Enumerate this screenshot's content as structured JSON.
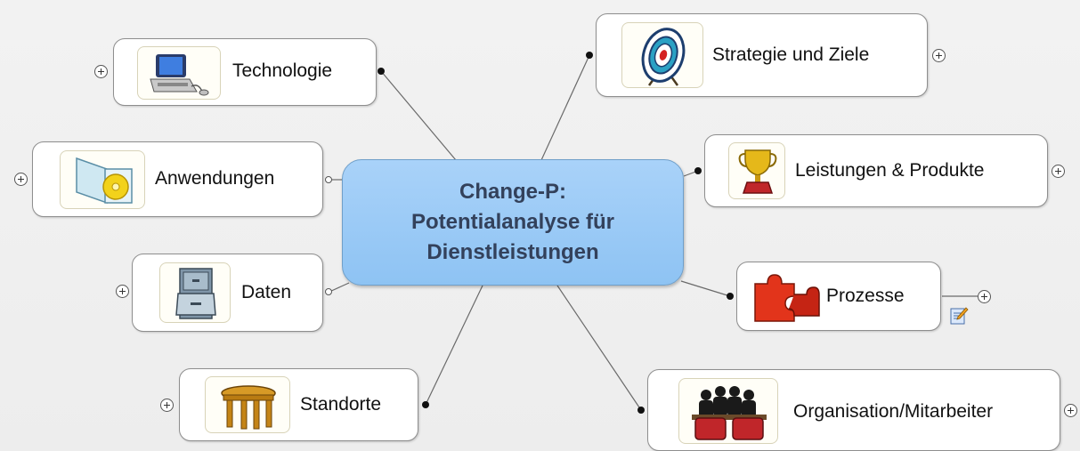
{
  "central_topic": {
    "title": "Change-P:\nPotentialanalyse für\nDienstleistungen"
  },
  "topics": [
    {
      "id": "technologie",
      "label": "Technologie",
      "icon": "laptop-icon",
      "side": "left",
      "collapsed": true
    },
    {
      "id": "anwendungen",
      "label": "Anwendungen",
      "icon": "cd-case-icon",
      "side": "left",
      "collapsed": true
    },
    {
      "id": "daten",
      "label": "Daten",
      "icon": "filing-cabinet-icon",
      "side": "left",
      "collapsed": true
    },
    {
      "id": "standorte",
      "label": "Standorte",
      "icon": "table-icon",
      "side": "left",
      "collapsed": true
    },
    {
      "id": "strategie",
      "label": "Strategie und Ziele",
      "icon": "target-icon",
      "side": "right",
      "collapsed": true
    },
    {
      "id": "leistungen",
      "label": "Leistungen & Produkte",
      "icon": "trophy-icon",
      "side": "right",
      "collapsed": true
    },
    {
      "id": "prozesse",
      "label": "Prozesse",
      "icon": "puzzle-icon",
      "side": "right",
      "collapsed": true,
      "has_note": true
    },
    {
      "id": "organisation",
      "label": "Organisation/Mitarbeiter",
      "icon": "people-meeting-icon",
      "side": "right",
      "collapsed": true
    }
  ],
  "colors": {
    "central_fill": "#9ccbf6",
    "central_text": "#33415b",
    "topic_border": "#8e8e8e",
    "connector": "#6a6a6a"
  }
}
